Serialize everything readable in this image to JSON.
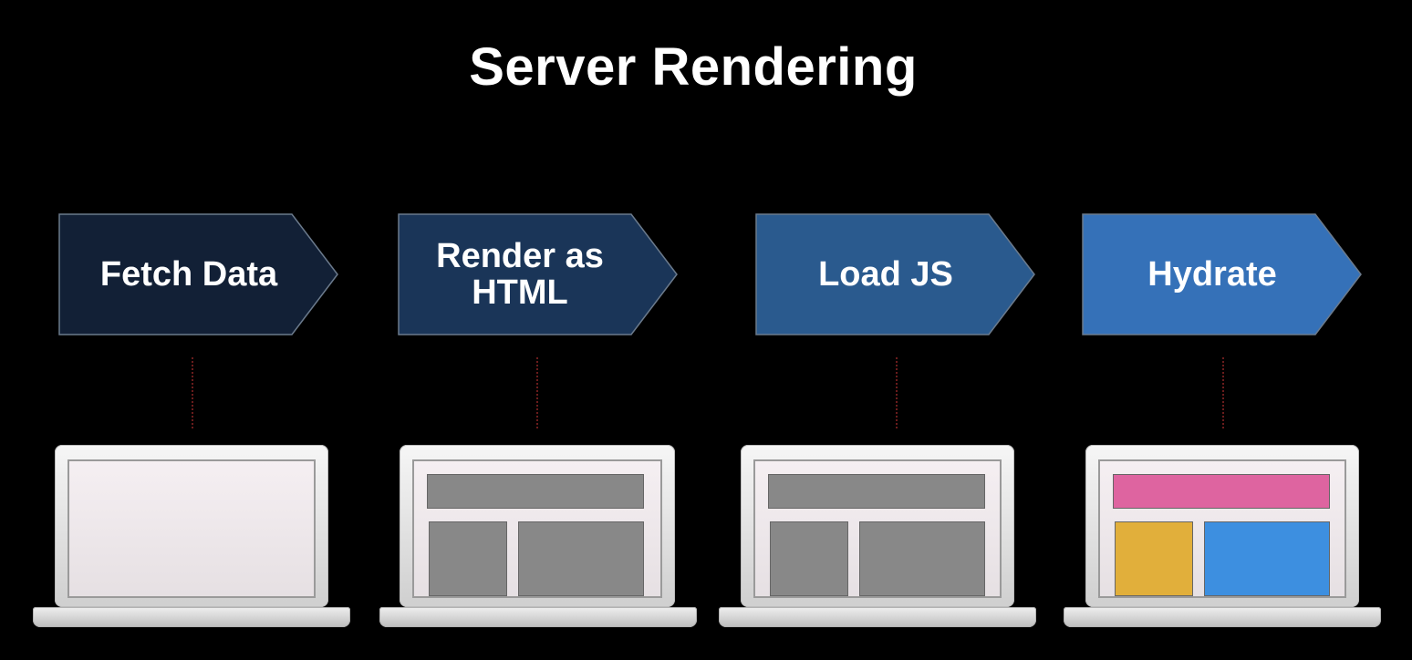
{
  "title": "Server Rendering",
  "colors": {
    "background": "#000000",
    "step1": "#122036",
    "step2": "#1a3558",
    "step3": "#2a5a8e",
    "step4": "#3571b8",
    "gray_block": "#888888",
    "pink_block": "#de64a0",
    "yellow_block": "#e1af3b",
    "blue_block": "#3d8fe0"
  },
  "steps": [
    {
      "label": "Fetch Data",
      "color": "#122036",
      "screen": "empty"
    },
    {
      "label": "Render as\nHTML",
      "color": "#1a3558",
      "screen": "gray"
    },
    {
      "label": "Load JS",
      "color": "#2a5a8e",
      "screen": "gray"
    },
    {
      "label": "Hydrate",
      "color": "#3571b8",
      "screen": "color"
    }
  ]
}
